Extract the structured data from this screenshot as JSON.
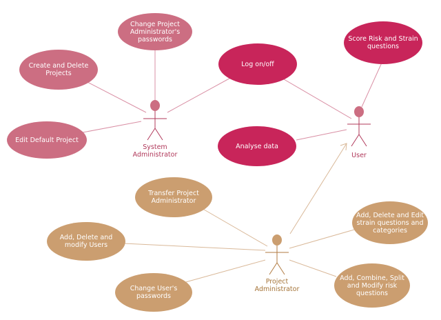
{
  "colors": {
    "pink_light": "#CC6E82",
    "pink_dark": "#C8255A",
    "tan": "#CB9E70",
    "line_pink": "#D98FA4",
    "line_tan": "#D9B898",
    "actor_pink": "#B0385A",
    "actor_tan": "#B07A40",
    "label_pink": "#B0385A",
    "label_tan": "#A57438"
  },
  "actors": {
    "system_admin": "System\nAdministrator",
    "user": "User",
    "project_admin": "Project\nAdministrator"
  },
  "use_cases": {
    "change_pa_passwords": "Change Project\nAdministrator's\npasswords",
    "create_delete_projects": "Create and Delete\nProjects",
    "edit_default_project": "Edit Default Project",
    "log_on_off": "Log on/off",
    "analyse_data": "Analyse data",
    "score_risk": "Score Risk and Strain\nquestions",
    "transfer_pa": "Transfer Project\nAdministrator",
    "add_delete_users": "Add, Delete and\nmodify Users",
    "change_user_passwords": "Change User's\npasswords",
    "add_delete_edit_strain": "Add, Delete and Edit\nstrain questions and\ncategories",
    "add_combine_split": "Add, Combine, Split\nand Modify risk\nquestions"
  }
}
